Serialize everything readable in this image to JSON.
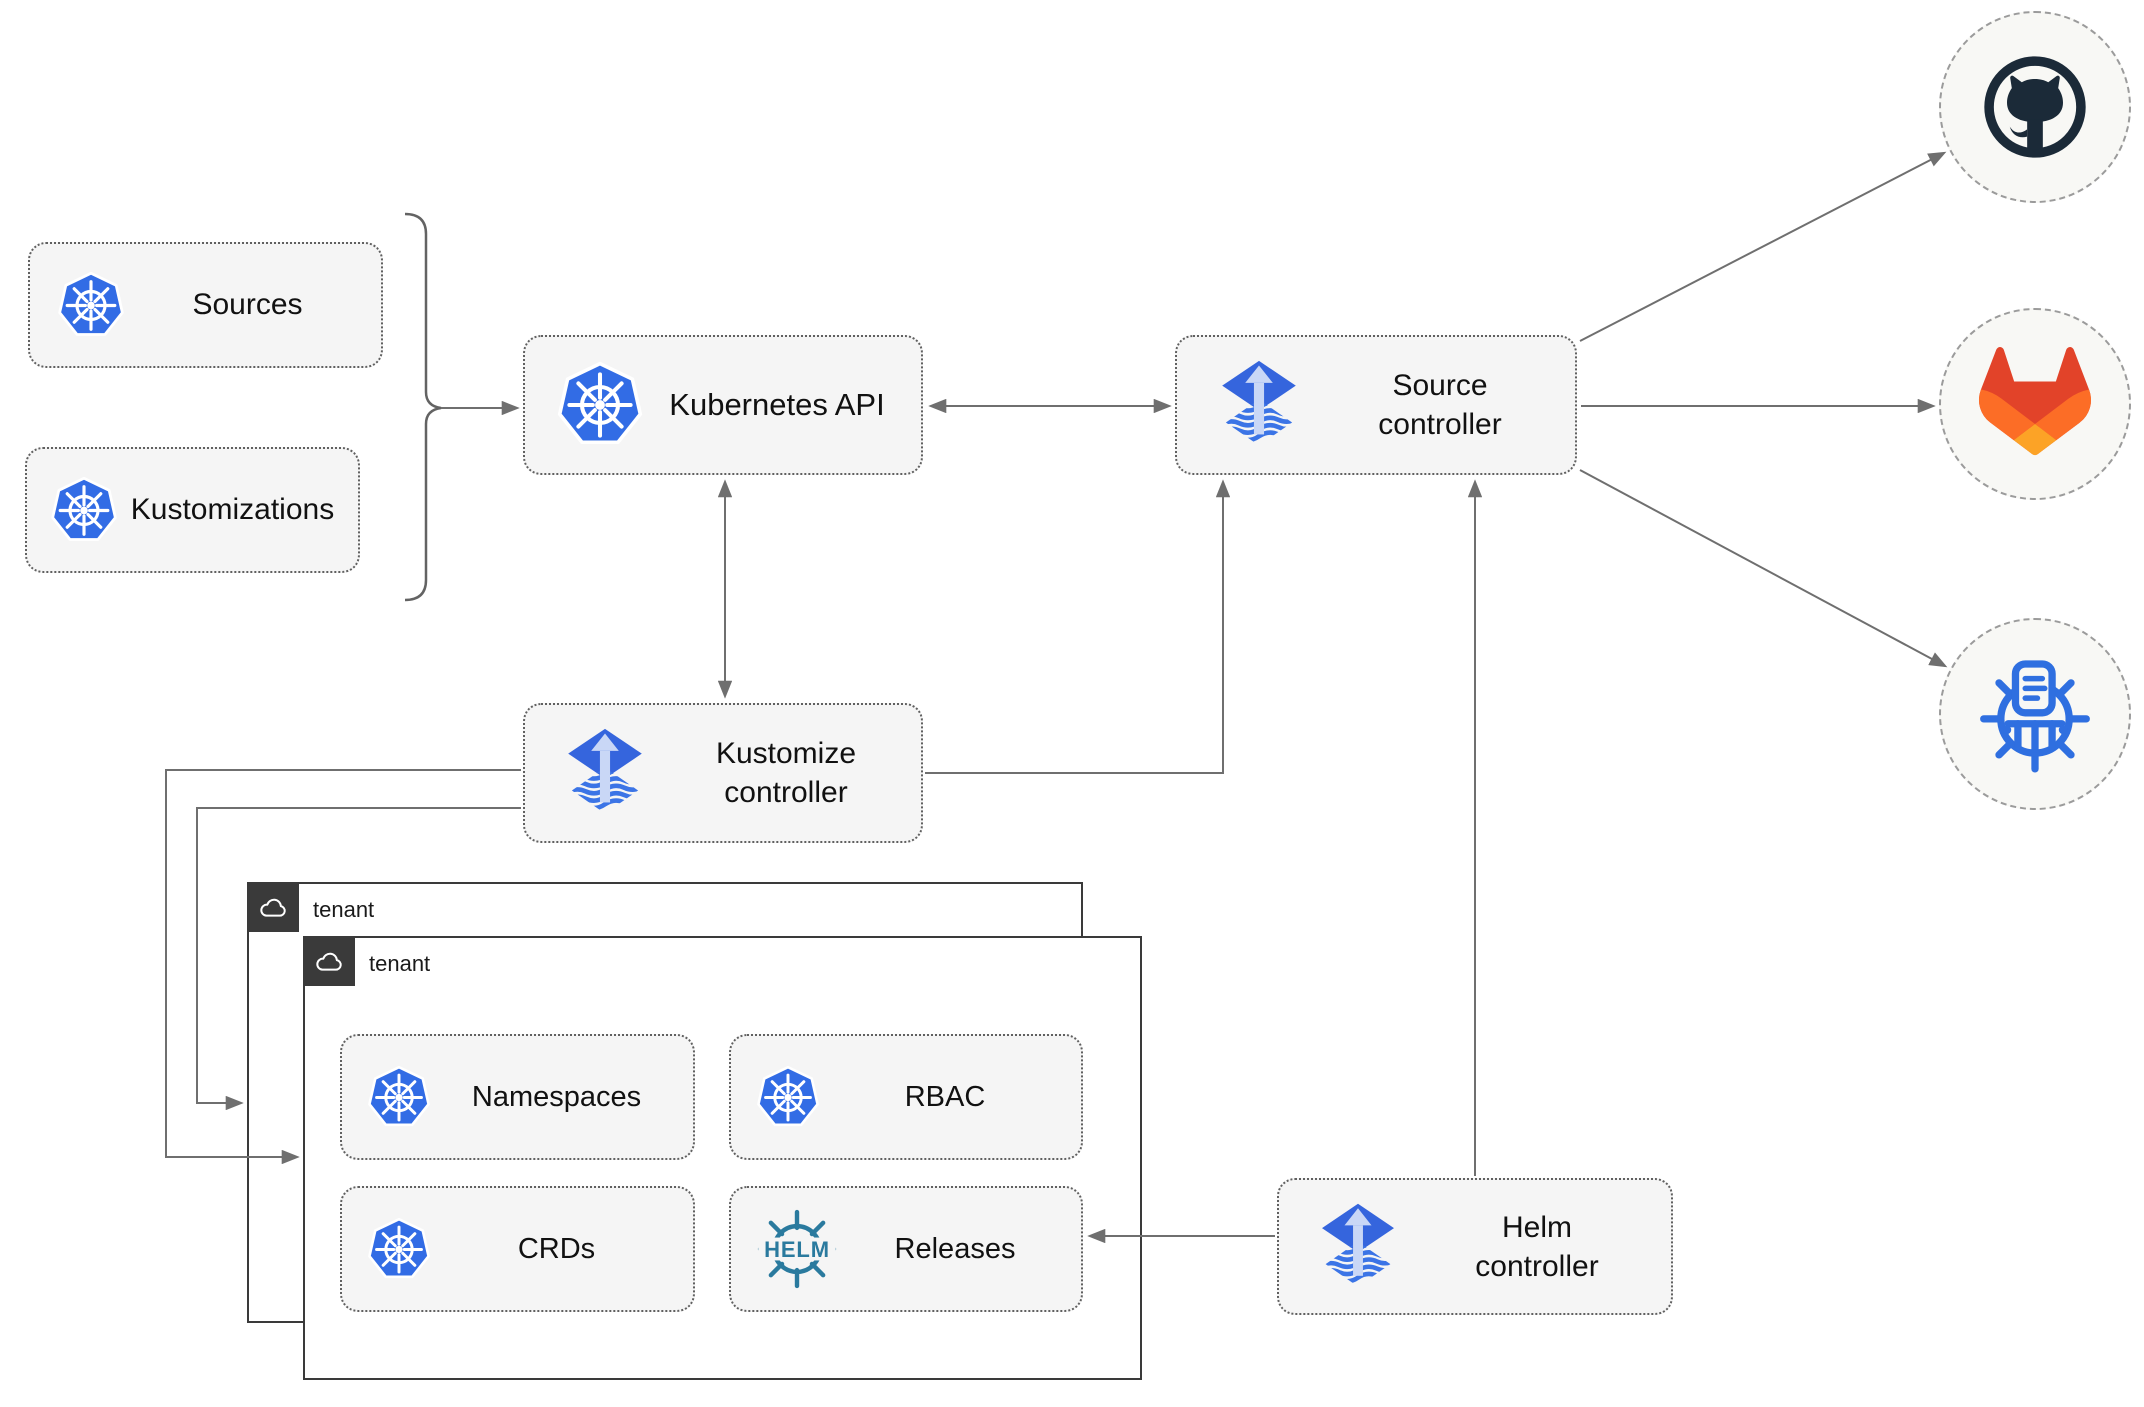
{
  "diagram": {
    "nodes": {
      "sources": {
        "label": "Sources",
        "icon": "kubernetes-icon"
      },
      "kustomizations": {
        "label": "Kustomizations",
        "icon": "kubernetes-icon"
      },
      "kubernetes_api": {
        "label": "Kubernetes API",
        "icon": "kubernetes-icon"
      },
      "source_controller": {
        "label": "Source controller",
        "icon": "flux-icon"
      },
      "kustomize_controller": {
        "label": "Kustomize controller",
        "icon": "flux-icon"
      },
      "helm_controller": {
        "label": "Helm controller",
        "icon": "flux-icon"
      },
      "tenant_back": {
        "label": "tenant",
        "icon": "cloud-icon"
      },
      "tenant_front": {
        "label": "tenant",
        "icon": "cloud-icon"
      },
      "namespaces": {
        "label": "Namespaces",
        "icon": "kubernetes-icon"
      },
      "rbac": {
        "label": "RBAC",
        "icon": "kubernetes-icon"
      },
      "crds": {
        "label": "CRDs",
        "icon": "kubernetes-icon"
      },
      "releases": {
        "label": "Releases",
        "icon": "helm-icon"
      },
      "github": {
        "icon": "github-icon"
      },
      "gitlab": {
        "icon": "gitlab-icon"
      },
      "chartmuseum": {
        "icon": "chartmuseum-icon"
      }
    },
    "helm_logo_text": "HELM",
    "colors": {
      "kubernetes_blue": "#326ce5",
      "flux_blue": "#3565dd",
      "flux_light_arrow": "#c9d7f6",
      "flux_wave_blue": "#3b74e6",
      "helm_teal": "#2a7a9e",
      "github_dark": "#1b2a38",
      "gitlab_red": "#e24329",
      "gitlab_orange": "#fc6d26",
      "gitlab_light_orange": "#fca326",
      "chartmuseum_blue": "#2f6fe0",
      "arrow_gray": "#6f6f6f",
      "node_fill": "#f5f5f5",
      "tenant_dark": "#3a3a3a"
    }
  }
}
